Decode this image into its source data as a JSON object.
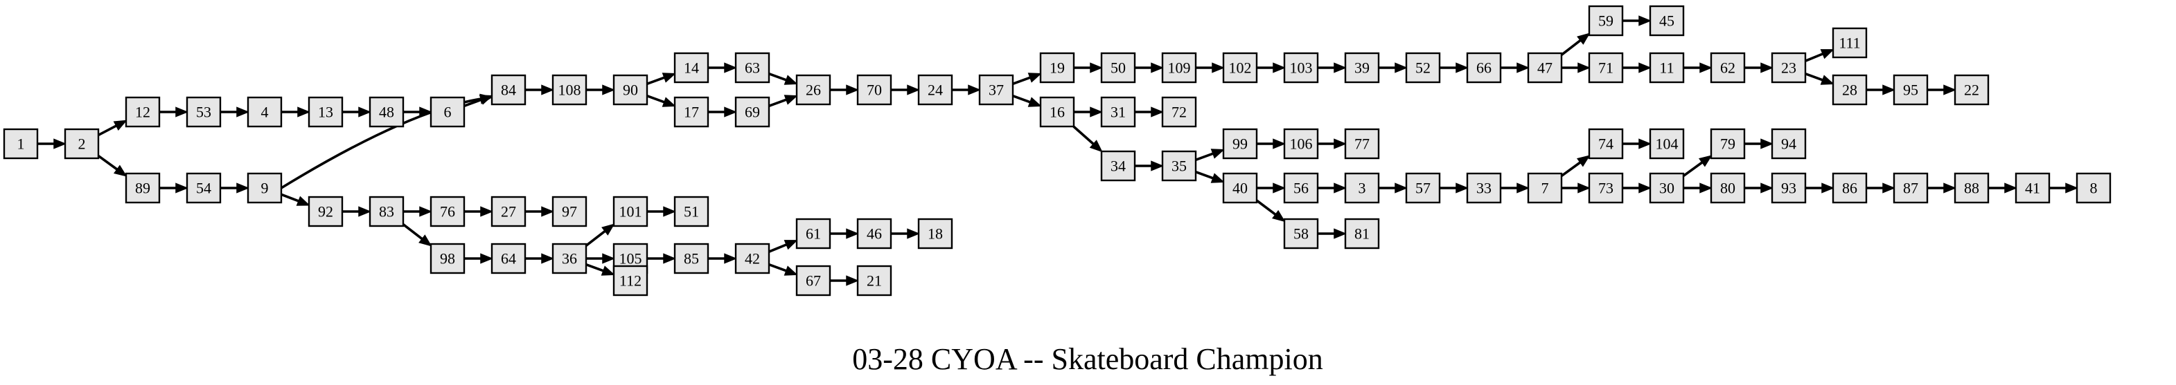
{
  "graph": {
    "title": "03-28 CYOA -- Skateboard Champion",
    "nodes": [
      "1",
      "2",
      "12",
      "89",
      "53",
      "54",
      "4",
      "9",
      "13",
      "48",
      "6",
      "84",
      "92",
      "83",
      "76",
      "98",
      "27",
      "64",
      "97",
      "36",
      "108",
      "90",
      "101",
      "105",
      "112",
      "14",
      "17",
      "51",
      "85",
      "63",
      "69",
      "42",
      "26",
      "61",
      "67",
      "70",
      "46",
      "21",
      "24",
      "18",
      "37",
      "19",
      "16",
      "50",
      "31",
      "34",
      "109",
      "72",
      "35",
      "102",
      "99",
      "40",
      "103",
      "106",
      "56",
      "58",
      "39",
      "77",
      "3",
      "81",
      "52",
      "57",
      "66",
      "33",
      "47",
      "7",
      "59",
      "71",
      "74",
      "73",
      "45",
      "11",
      "104",
      "30",
      "62",
      "79",
      "80",
      "23",
      "94",
      "93",
      "111",
      "28",
      "86",
      "95",
      "87",
      "22",
      "88",
      "41",
      "8"
    ],
    "edges": [
      [
        "1",
        "2"
      ],
      [
        "2",
        "12"
      ],
      [
        "2",
        "89"
      ],
      [
        "12",
        "53"
      ],
      [
        "89",
        "54"
      ],
      [
        "53",
        "4"
      ],
      [
        "54",
        "9"
      ],
      [
        "4",
        "13"
      ],
      [
        "9",
        "84"
      ],
      [
        "9",
        "92"
      ],
      [
        "13",
        "48"
      ],
      [
        "48",
        "6"
      ],
      [
        "6",
        "84"
      ],
      [
        "84",
        "108"
      ],
      [
        "92",
        "83"
      ],
      [
        "83",
        "76"
      ],
      [
        "83",
        "98"
      ],
      [
        "76",
        "27"
      ],
      [
        "98",
        "64"
      ],
      [
        "27",
        "97"
      ],
      [
        "64",
        "36"
      ],
      [
        "36",
        "101"
      ],
      [
        "36",
        "105"
      ],
      [
        "36",
        "112"
      ],
      [
        "108",
        "90"
      ],
      [
        "90",
        "14"
      ],
      [
        "90",
        "17"
      ],
      [
        "101",
        "51"
      ],
      [
        "105",
        "85"
      ],
      [
        "14",
        "63"
      ],
      [
        "17",
        "69"
      ],
      [
        "85",
        "42"
      ],
      [
        "63",
        "26"
      ],
      [
        "69",
        "26"
      ],
      [
        "42",
        "61"
      ],
      [
        "42",
        "67"
      ],
      [
        "26",
        "70"
      ],
      [
        "61",
        "46"
      ],
      [
        "67",
        "21"
      ],
      [
        "70",
        "24"
      ],
      [
        "46",
        "18"
      ],
      [
        "24",
        "37"
      ],
      [
        "37",
        "19"
      ],
      [
        "37",
        "16"
      ],
      [
        "19",
        "50"
      ],
      [
        "16",
        "31"
      ],
      [
        "16",
        "34"
      ],
      [
        "50",
        "109"
      ],
      [
        "31",
        "72"
      ],
      [
        "34",
        "35"
      ],
      [
        "109",
        "102"
      ],
      [
        "35",
        "99"
      ],
      [
        "35",
        "40"
      ],
      [
        "102",
        "103"
      ],
      [
        "99",
        "106"
      ],
      [
        "40",
        "56"
      ],
      [
        "40",
        "58"
      ],
      [
        "103",
        "39"
      ],
      [
        "106",
        "77"
      ],
      [
        "56",
        "3"
      ],
      [
        "58",
        "81"
      ],
      [
        "39",
        "52"
      ],
      [
        "3",
        "57"
      ],
      [
        "52",
        "66"
      ],
      [
        "57",
        "33"
      ],
      [
        "66",
        "47"
      ],
      [
        "33",
        "7"
      ],
      [
        "47",
        "59"
      ],
      [
        "47",
        "71"
      ],
      [
        "7",
        "74"
      ],
      [
        "7",
        "73"
      ],
      [
        "59",
        "45"
      ],
      [
        "71",
        "11"
      ],
      [
        "74",
        "104"
      ],
      [
        "73",
        "30"
      ],
      [
        "11",
        "62"
      ],
      [
        "30",
        "79"
      ],
      [
        "30",
        "80"
      ],
      [
        "62",
        "23"
      ],
      [
        "79",
        "94"
      ],
      [
        "80",
        "93"
      ],
      [
        "23",
        "111"
      ],
      [
        "23",
        "28"
      ],
      [
        "93",
        "86"
      ],
      [
        "28",
        "95"
      ],
      [
        "86",
        "87"
      ],
      [
        "95",
        "22"
      ],
      [
        "87",
        "88"
      ],
      [
        "88",
        "41"
      ],
      [
        "41",
        "8"
      ]
    ]
  }
}
